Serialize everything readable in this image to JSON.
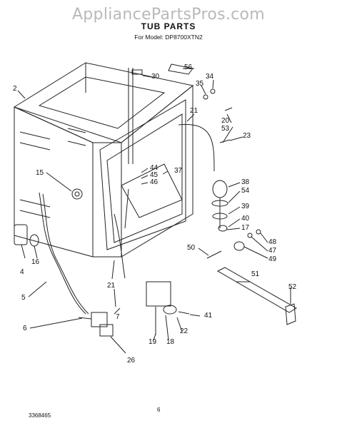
{
  "watermark": "AppliancePartsPros.com",
  "title": "TUB PARTS",
  "model_line": "For Model: DP8700XTN2",
  "footer": {
    "code": "3368465",
    "page": "6"
  },
  "callouts": [
    "2",
    "56",
    "30",
    "34",
    "35",
    "21",
    "20",
    "53",
    "23",
    "44",
    "45",
    "37",
    "46",
    "15",
    "38",
    "54",
    "39",
    "40",
    "17",
    "48",
    "47",
    "49",
    "50",
    "51",
    "52",
    "4",
    "16",
    "5",
    "21",
    "6",
    "7",
    "26",
    "19",
    "18",
    "22",
    "41"
  ]
}
